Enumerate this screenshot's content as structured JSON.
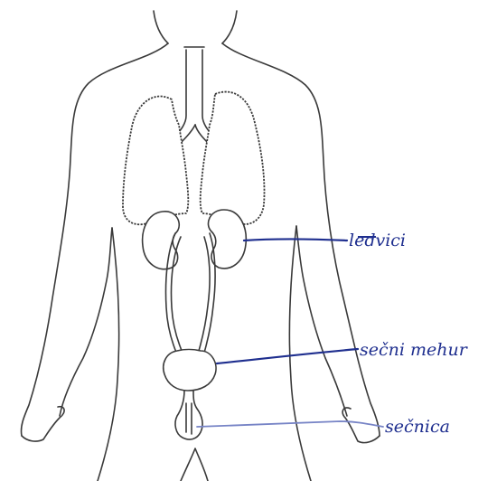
{
  "labels": {
    "kidneys": "ledvici",
    "bladder": "sečni mehur",
    "urethra": "sečnica"
  },
  "colors": {
    "ink": "#1f2f8f",
    "outline": "#3a3a3a"
  }
}
